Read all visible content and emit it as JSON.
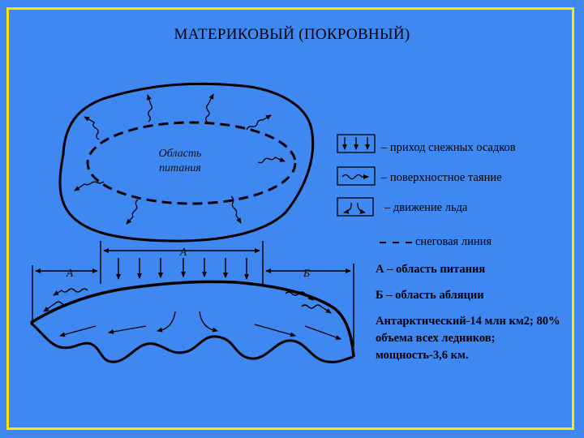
{
  "title": "МАТЕРИКОВЫЙ (ПОКРОВНЫЙ)",
  "diagram": {
    "area_label_line1": "Область",
    "area_label_line2": "питания",
    "label_a_top": "А",
    "label_a_left": "А",
    "label_b": "Б"
  },
  "legend": [
    {
      "icon": "precipitation-icon",
      "text": "– приход снежных осадков"
    },
    {
      "icon": "melting-icon",
      "text": "– поверхностное таяние"
    },
    {
      "icon": "ice-movement-icon",
      "text": "– движение льда"
    },
    {
      "icon": "snow-line-icon",
      "text": "снеговая линия"
    }
  ],
  "notes": {
    "a": "А – область питания",
    "b": "Б – область абляции"
  },
  "description": "Антарктический-14 млн км2; 80% объема всех ледников; мощность-3,6 км.",
  "colors": {
    "background": "#3f88f2",
    "frame": "#ffe600"
  }
}
